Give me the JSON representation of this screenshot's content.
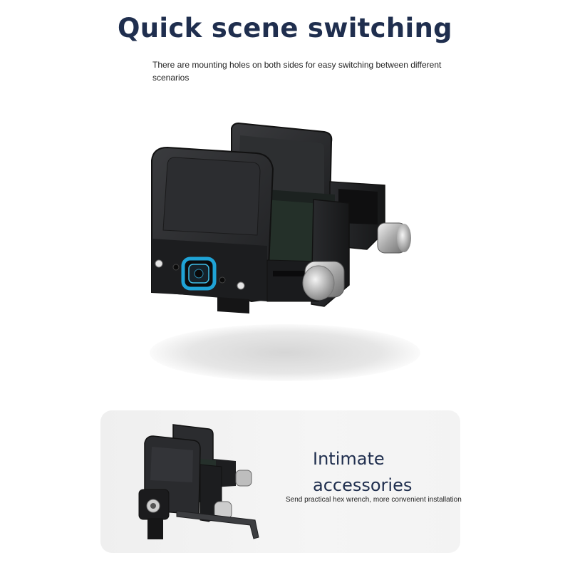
{
  "header": {
    "title": "Quick scene switching",
    "subtitle": "There are mounting holes on both sides for easy switching between different scenarios"
  },
  "hero": {
    "image_icon": "phone-clamp-mount-icon",
    "highlight_color": "#1fa3d6"
  },
  "accessory_card": {
    "title_line1": "Intimate",
    "title_line2": "accessories",
    "caption": "Send practical hex wrench, more convenient installation",
    "image_icon": "phone-clamp-with-hex-wrench-icon"
  },
  "colors": {
    "title": "#1f2e4e",
    "body_text": "#222222",
    "card_bg": "#f1f1f1"
  }
}
